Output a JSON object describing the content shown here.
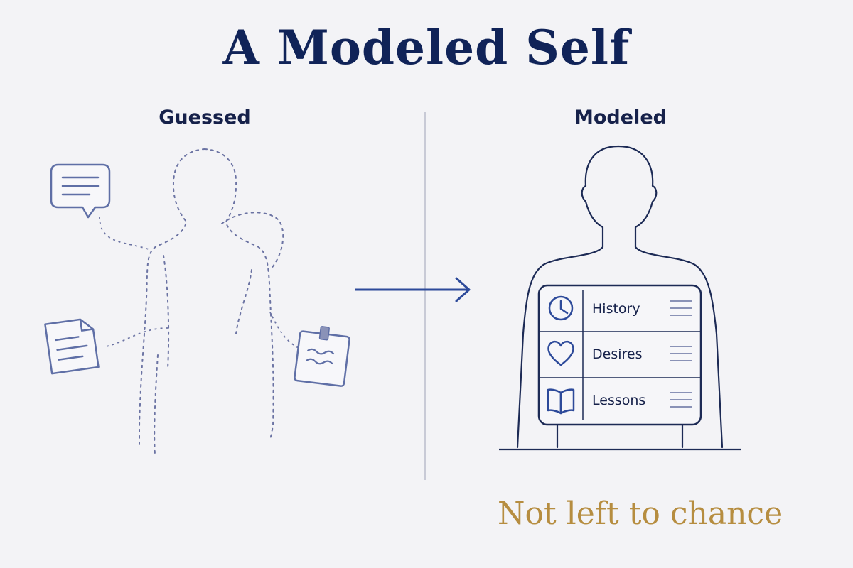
{
  "title": "A Modeled Self",
  "left_label": "Guessed",
  "right_label": "Modeled",
  "tagline": "Not left to chance",
  "panel_rows": [
    {
      "label": "History",
      "icon": "clock-icon"
    },
    {
      "label": "Desires",
      "icon": "heart-icon"
    },
    {
      "label": "Lessons",
      "icon": "book-icon"
    }
  ],
  "colors": {
    "navy": "#102358",
    "accent_blue": "#2d4a9a",
    "outline": "#1c2a55",
    "dotted": "#6b73a3",
    "gold": "#b68d40",
    "background": "#f3f3f6"
  }
}
